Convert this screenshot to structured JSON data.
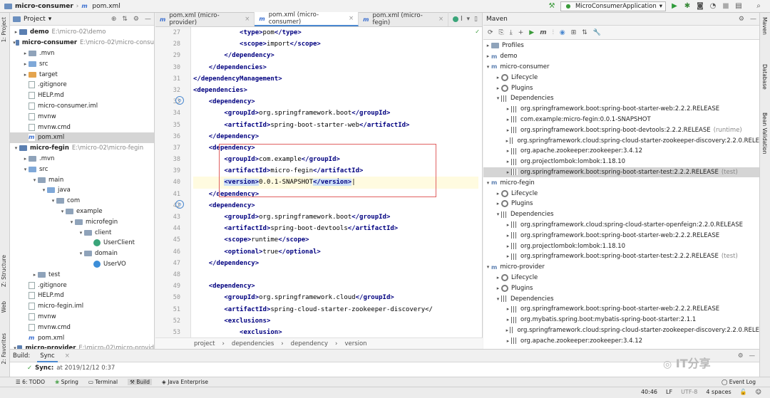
{
  "breadcrumb": {
    "project": "micro-consumer",
    "file": "pom.xml"
  },
  "run_config": "MicroConsumerApplication",
  "left_strip": [
    "1: Project",
    "Z: Structure",
    "Web",
    "2: Favorites"
  ],
  "right_strip": [
    "Maven",
    "Database",
    "Bean Validation"
  ],
  "project": {
    "title": "Project",
    "rows": [
      {
        "label": "demo",
        "path": "E:\\micro-02\\demo",
        "bold": true
      },
      {
        "label": "micro-consumer",
        "path": "E:\\micro-02\\micro-consu",
        "bold": true
      },
      {
        "label": ".mvn"
      },
      {
        "label": "src"
      },
      {
        "label": "target"
      },
      {
        "label": ".gitignore"
      },
      {
        "label": "HELP.md"
      },
      {
        "label": "micro-consumer.iml"
      },
      {
        "label": "mvnw"
      },
      {
        "label": "mvnw.cmd"
      },
      {
        "label": "pom.xml"
      },
      {
        "label": "micro-fegin",
        "path": "E:\\micro-02\\micro-fegin",
        "bold": true
      },
      {
        "label": ".mvn"
      },
      {
        "label": "src"
      },
      {
        "label": "main"
      },
      {
        "label": "java"
      },
      {
        "label": "com"
      },
      {
        "label": "example"
      },
      {
        "label": "microfegin"
      },
      {
        "label": "client"
      },
      {
        "label": "UserClient"
      },
      {
        "label": "domain"
      },
      {
        "label": "UserVO"
      },
      {
        "label": "test"
      },
      {
        "label": ".gitignore"
      },
      {
        "label": "HELP.md"
      },
      {
        "label": "micro-fegin.iml"
      },
      {
        "label": "mvnw"
      },
      {
        "label": "mvnw.cmd"
      },
      {
        "label": "pom.xml"
      },
      {
        "label": "micro-provider",
        "path": "E:\\micro-02\\micro-provid",
        "bold": true
      }
    ]
  },
  "editor": {
    "tabs": [
      "pom.xml (micro-provider)",
      "pom.xml (micro-consumer)",
      "pom.xml (micro-fegin)",
      "l"
    ],
    "lines": [
      {
        "n": "27",
        "t": "            <type>pom</type>"
      },
      {
        "n": "28",
        "t": "            <scope>import</scope>"
      },
      {
        "n": "29",
        "t": "        </dependency>"
      },
      {
        "n": "30",
        "t": "    </dependencies>"
      },
      {
        "n": "31",
        "t": "</dependencyManagement>"
      },
      {
        "n": "32",
        "t": "<dependencies>"
      },
      {
        "n": "33",
        "t": "    <dependency>"
      },
      {
        "n": "34",
        "t": "        <groupId>org.springframework.boot</groupId>"
      },
      {
        "n": "35",
        "t": "        <artifactId>spring-boot-starter-web</artifactId>"
      },
      {
        "n": "36",
        "t": "    </dependency>"
      },
      {
        "n": "37",
        "t": "    <dependency>"
      },
      {
        "n": "38",
        "t": "        <groupId>com.example</groupId>"
      },
      {
        "n": "39",
        "t": "        <artifactId>micro-fegin</artifactId>"
      },
      {
        "n": "40",
        "t": "        <version>0.0.1-SNAPSHOT</version>"
      },
      {
        "n": "41",
        "t": "    </dependency>"
      },
      {
        "n": "42",
        "t": "    <dependency>"
      },
      {
        "n": "43",
        "t": "        <groupId>org.springframework.boot</groupId>"
      },
      {
        "n": "44",
        "t": "        <artifactId>spring-boot-devtools</artifactId>"
      },
      {
        "n": "45",
        "t": "        <scope>runtime</scope>"
      },
      {
        "n": "46",
        "t": "        <optional>true</optional>"
      },
      {
        "n": "47",
        "t": "    </dependency>"
      },
      {
        "n": "48",
        "t": ""
      },
      {
        "n": "49",
        "t": "    <dependency>"
      },
      {
        "n": "50",
        "t": "        <groupId>org.springframework.cloud</groupId>"
      },
      {
        "n": "51",
        "t": "        <artifactId>spring-cloud-starter-zookeeper-discovery</"
      },
      {
        "n": "52",
        "t": "        <exclusions>"
      },
      {
        "n": "53",
        "t": "            <exclusion>"
      }
    ],
    "breadcrumbs": [
      "project",
      "dependencies",
      "dependency",
      "version"
    ]
  },
  "maven": {
    "title": "Maven",
    "rows": [
      {
        "label": "Profiles"
      },
      {
        "label": "demo"
      },
      {
        "label": "micro-consumer"
      },
      {
        "label": "Lifecycle"
      },
      {
        "label": "Plugins"
      },
      {
        "label": "Dependencies"
      },
      {
        "label": "org.springframework.boot:spring-boot-starter-web:2.2.2.RELEASE"
      },
      {
        "label": "com.example:micro-fegin:0.0.1-SNAPSHOT"
      },
      {
        "label": "org.springframework.boot:spring-boot-devtools:2.2.2.RELEASE",
        "scope": "(runtime)"
      },
      {
        "label": "org.springframework.cloud:spring-cloud-starter-zookeeper-discovery:2.2.0.RELE"
      },
      {
        "label": "org.apache.zookeeper:zookeeper:3.4.12"
      },
      {
        "label": "org.projectlombok:lombok:1.18.10"
      },
      {
        "label": "org.springframework.boot:spring-boot-starter-test:2.2.2.RELEASE",
        "scope": "(test)"
      },
      {
        "label": "micro-fegin"
      },
      {
        "label": "Lifecycle"
      },
      {
        "label": "Plugins"
      },
      {
        "label": "Dependencies"
      },
      {
        "label": "org.springframework.cloud:spring-cloud-starter-openfeign:2.2.0.RELEASE"
      },
      {
        "label": "org.springframework.boot:spring-boot-starter-web:2.2.2.RELEASE"
      },
      {
        "label": "org.projectlombok:lombok:1.18.10"
      },
      {
        "label": "org.springframework.boot:spring-boot-starter-test:2.2.2.RELEASE",
        "scope": "(test)"
      },
      {
        "label": "micro-provider"
      },
      {
        "label": "Lifecycle"
      },
      {
        "label": "Plugins"
      },
      {
        "label": "Dependencies"
      },
      {
        "label": "org.springframework.boot:spring-boot-starter-web:2.2.2.RELEASE"
      },
      {
        "label": "org.mybatis.spring.boot:mybatis-spring-boot-starter:2.1.1"
      },
      {
        "label": "org.springframework.cloud:spring-cloud-starter-zookeeper-discovery:2.2.0.RELE"
      },
      {
        "label": "org.apache.zookeeper:zookeeper:3.4.12"
      }
    ]
  },
  "build": {
    "label": "Build:",
    "tab": "Sync",
    "sync_label": "Sync:",
    "sync_time": "at 2019/12/12 0:37"
  },
  "tool_windows": [
    "6: TODO",
    "Spring",
    "Terminal",
    "Build",
    "Java Enterprise"
  ],
  "status": {
    "position": "40:46",
    "line_sep": "LF",
    "encoding": "UTF-8",
    "indent": "4 spaces",
    "event_log": "Event Log"
  },
  "watermark": "IT分享"
}
